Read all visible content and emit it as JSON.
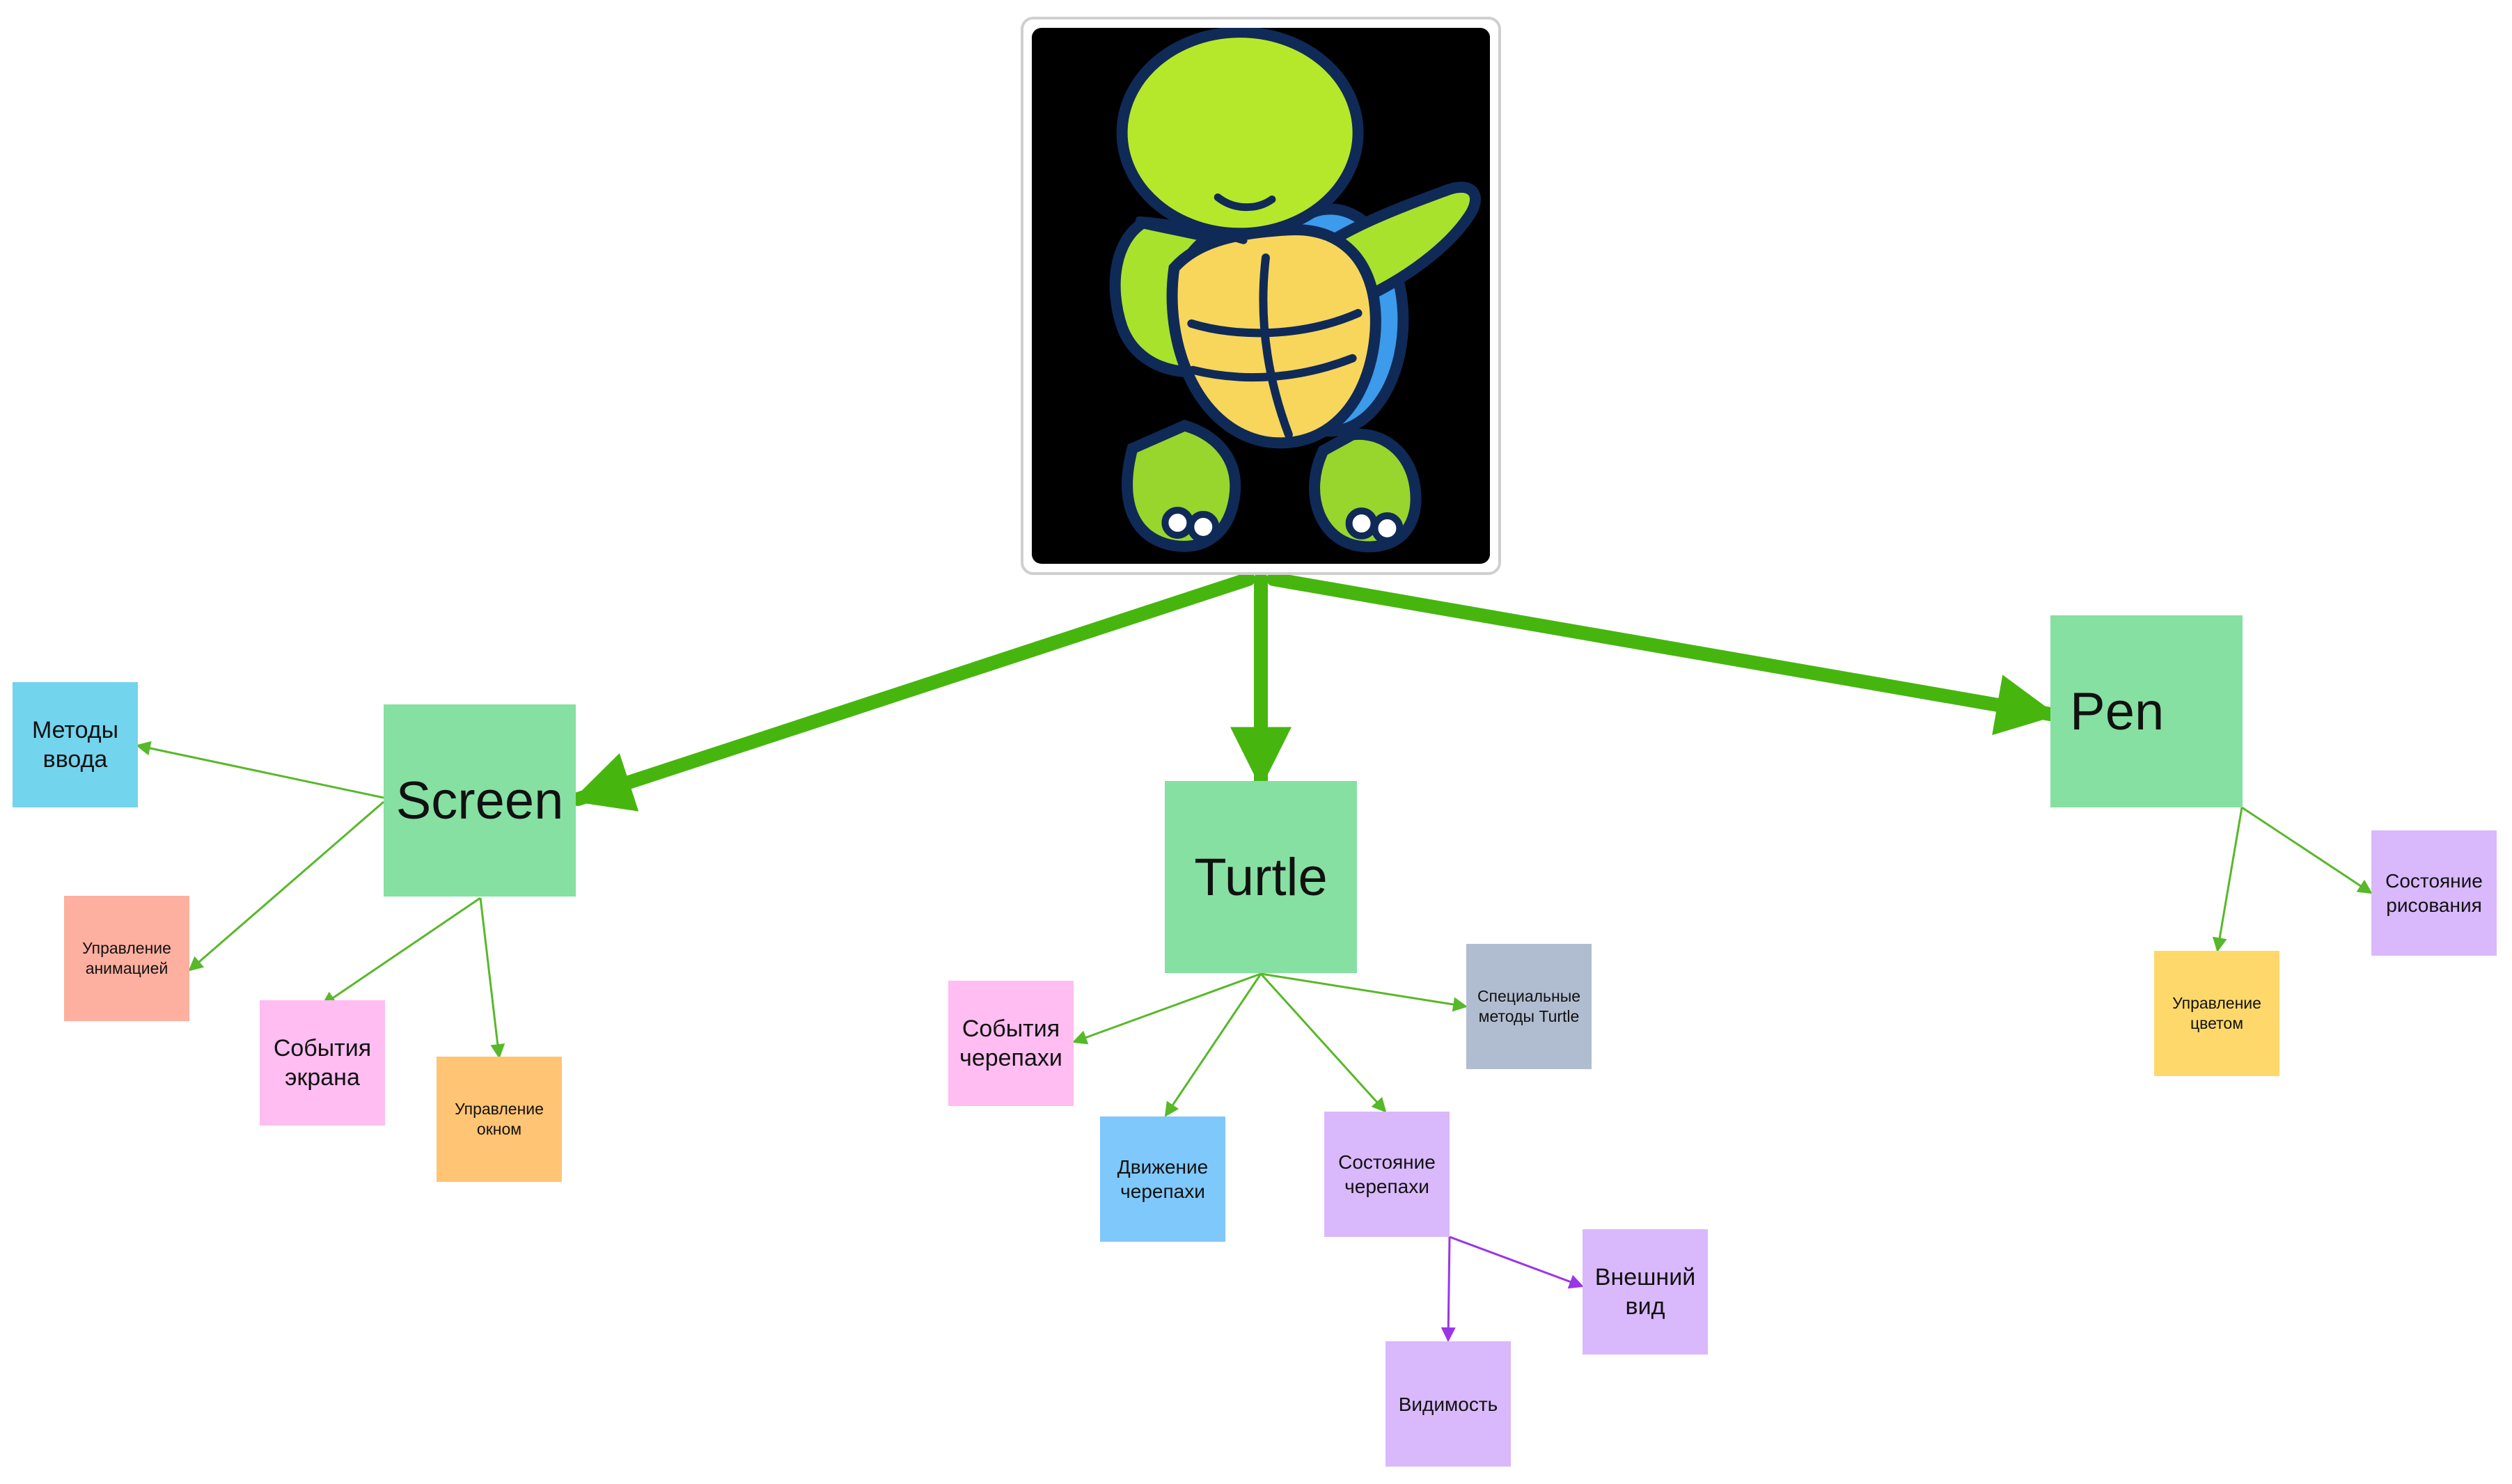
{
  "colors": {
    "main_node": "#86e0a2",
    "thick_arrow": "#46b60f",
    "thin_arrow": "#57b82a",
    "purple_arrow": "#9a35e6",
    "image_border": "#cfcfcf"
  },
  "image": {
    "icon": "dabbing-turtle-illustration"
  },
  "nodes": {
    "screen": "Screen",
    "turtle": "Turtle",
    "pen": "Pen",
    "input_methods": "Методы ввода",
    "animation_control": "Управление анимацией",
    "screen_events": "События экрана",
    "window_control": "Управление окном",
    "turtle_events": "События черепахи",
    "turtle_motion": "Движение черепахи",
    "turtle_state": "Состояние черепахи",
    "special_methods": "Специальные методы Turtle",
    "appearance": "Внешний вид",
    "visibility": "Видимость",
    "color_control": "Управление цветом",
    "drawing_state": "Состояние рисования"
  },
  "node_colors": {
    "input_methods": "#73d4ed",
    "animation_control": "#fdafa0",
    "screen_events": "#ffbdf1",
    "window_control": "#ffc474",
    "turtle_events": "#ffbdf1",
    "turtle_motion": "#7fc8fb",
    "turtle_state": "#d9b8fc",
    "special_methods": "#b0bdd0",
    "appearance": "#d9b8fc",
    "visibility": "#d9b8fc",
    "color_control": "#ffd86b",
    "drawing_state": "#d9b8fc"
  }
}
